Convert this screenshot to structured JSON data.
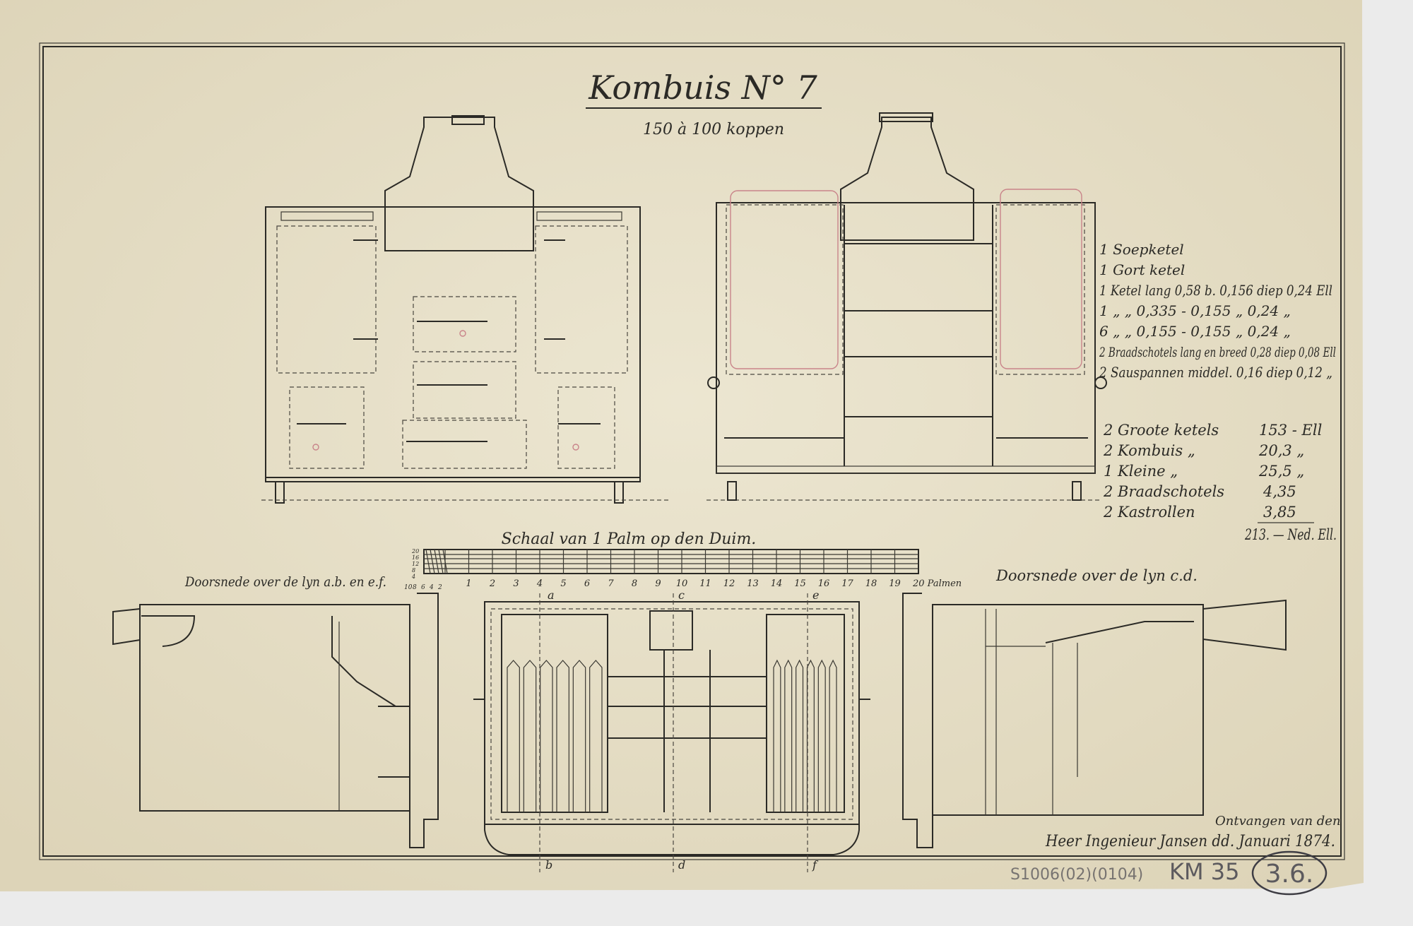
{
  "title": "Kombuis N° 7",
  "subtitle": "150 à 100 koppen",
  "inventory_list": [
    "1 Soepketel",
    "1 Gort ketel",
    "1 Ketel lang 0,58 b. 0,156 diep 0,24 Ell",
    "1  „  „ 0,335 - 0,155  „  0,24 „",
    "6  „  „ 0,155 - 0,155  „  0,24 „",
    "2 Braadschotels lang en breed 0,28 diep 0,08 Ell",
    "2 Sauspannen middel. 0,16 diep 0,12 „"
  ],
  "weights": [
    {
      "label": "2 Groote ketels",
      "value": "153 - Ell"
    },
    {
      "label": "2 Kombuis  „",
      "value": "20,3  „"
    },
    {
      "label": "1 Kleine  „",
      "value": "25,5  „"
    },
    {
      "label": "2 Braadschotels",
      "value": "4,35"
    },
    {
      "label": "2 Kastrollen",
      "value": "3,85"
    }
  ],
  "weights_total": "213. — Ned. Ell.",
  "scale": {
    "title": "Schaal van 1 Palm op den Duim.",
    "left_ticks": [
      "10",
      "8",
      "6",
      "4",
      "2"
    ],
    "ticks": [
      "1",
      "2",
      "3",
      "4",
      "5",
      "6",
      "7",
      "8",
      "9",
      "10",
      "11",
      "12",
      "13",
      "14",
      "15",
      "16",
      "17",
      "18",
      "19"
    ],
    "end_label": "20 Palmen",
    "vertical_ticks": [
      "20",
      "16",
      "12",
      "8",
      "4"
    ]
  },
  "section_left_label": "Doorsnede over de lyn a.b. en e.f.",
  "section_right_label": "Doorsnede over de lyn c.d.",
  "plan_markers": {
    "top": [
      "a",
      "c",
      "e"
    ],
    "bottom": [
      "b",
      "d",
      "f"
    ]
  },
  "received_note": "Ontvangen van den",
  "signature": "Heer Ingenieur Jansen dd. Januari 1874.",
  "archive_marks": {
    "reference": "S1006(02)(0104)",
    "code": "KM 35",
    "number": "3.6."
  },
  "colors": {
    "paper": "#e8e1cb",
    "ink": "#2b2a26",
    "red_ink": "#c9848a",
    "pencil": "#5c5a5e"
  }
}
